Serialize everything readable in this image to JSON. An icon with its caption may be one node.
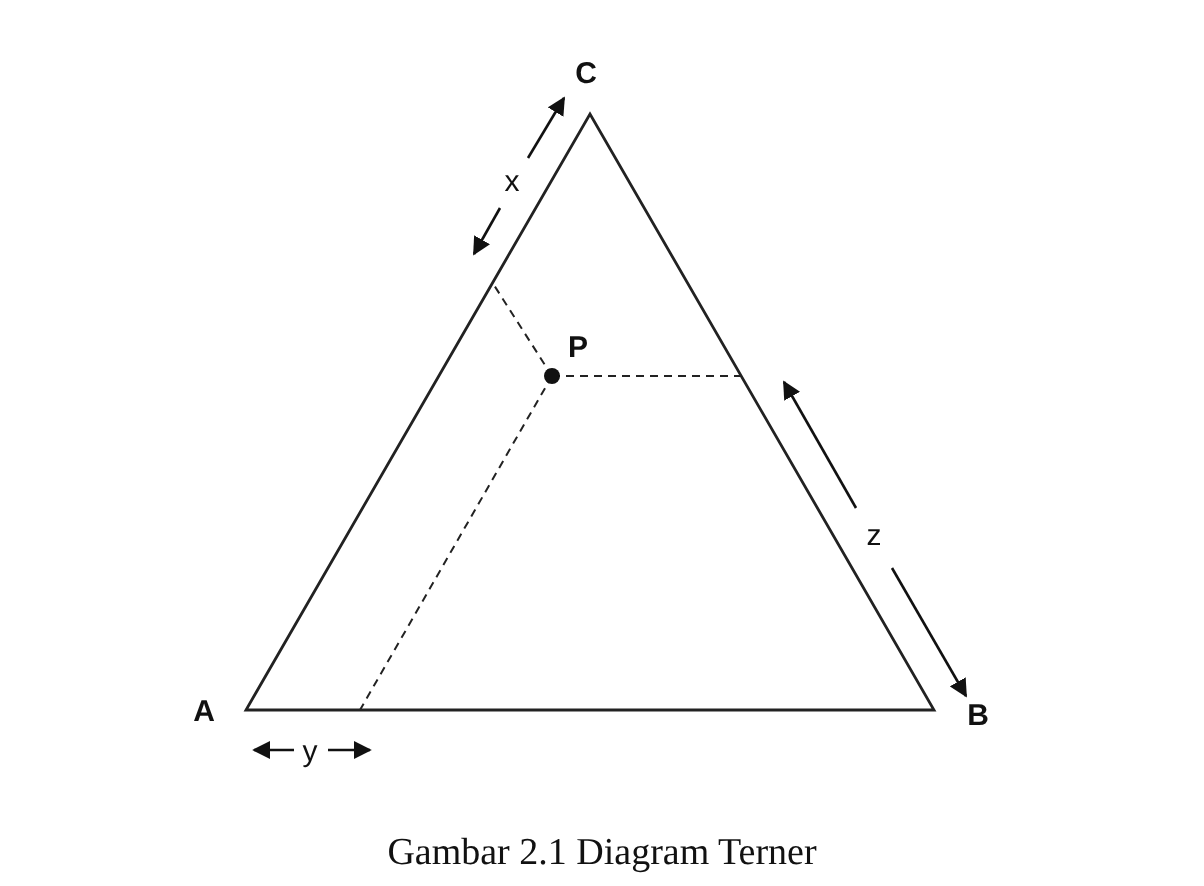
{
  "diagram": {
    "caption": "Gambar 2.1 Diagram Terner",
    "labels": [
      "C",
      "x",
      "P",
      "z",
      "A",
      "y",
      "B"
    ]
  }
}
